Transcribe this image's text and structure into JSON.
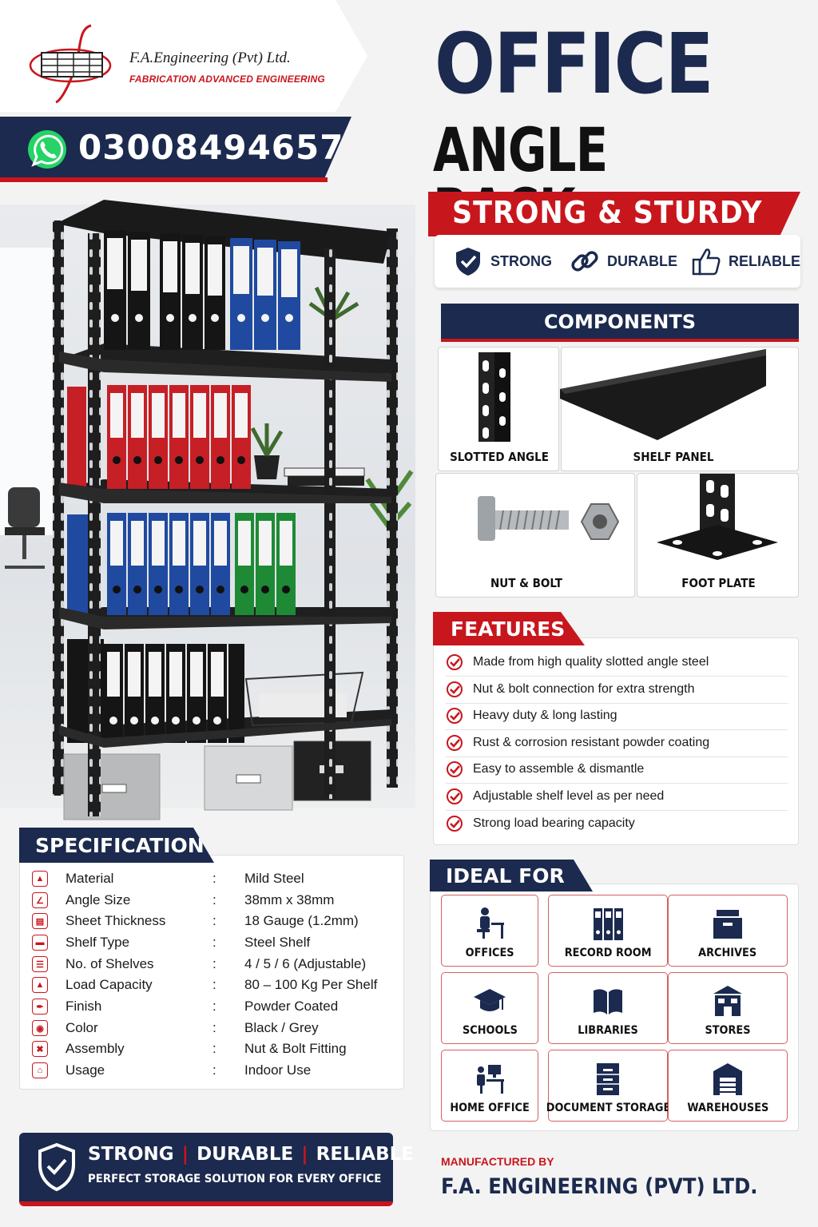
{
  "header": {
    "company_name": "F.A.Engineering (Pvt) Ltd.",
    "company_tagline": "FABRICATION ADVANCED ENGINEERING",
    "phone": "03008494657"
  },
  "title": {
    "line1": "OFFICE",
    "line2": "ANGLE RACK",
    "subtitle": "STRONG & STURDY"
  },
  "badges": [
    {
      "label": "STRONG",
      "icon": "shield-check-icon"
    },
    {
      "label": "DURABLE",
      "icon": "chain-link-icon"
    },
    {
      "label": "RELIABLE",
      "icon": "thumbs-up-icon"
    }
  ],
  "components": {
    "heading": "COMPONENTS",
    "items": [
      {
        "label": "SLOTTED ANGLE"
      },
      {
        "label": "SHELF PANEL"
      },
      {
        "label": "NUT & BOLT"
      },
      {
        "label": "FOOT PLATE"
      }
    ]
  },
  "features": {
    "heading": "FEATURES",
    "items": [
      "Made from high quality slotted angle steel",
      "Nut & bolt connection for extra strength",
      "Heavy duty & long lasting",
      "Rust & corrosion resistant powder coating",
      "Easy to assemble & dismantle",
      "Adjustable shelf level as per need",
      "Strong load bearing capacity"
    ]
  },
  "specification": {
    "heading": "SPECIFICATION",
    "rows": [
      {
        "key": "Material",
        "value": "Mild Steel"
      },
      {
        "key": "Angle Size",
        "value": "38mm x 38mm"
      },
      {
        "key": "Sheet Thickness",
        "value": "18 Gauge (1.2mm)"
      },
      {
        "key": "Shelf Type",
        "value": "Steel Shelf"
      },
      {
        "key": "No. of Shelves",
        "value": "4 / 5 / 6 (Adjustable)"
      },
      {
        "key": "Load Capacity",
        "value": "80 – 100 Kg Per Shelf"
      },
      {
        "key": "Finish",
        "value": "Powder Coated"
      },
      {
        "key": "Color",
        "value": "Black / Grey"
      },
      {
        "key": "Assembly",
        "value": "Nut & Bolt Fitting"
      },
      {
        "key": "Usage",
        "value": "Indoor Use"
      }
    ],
    "separator": ":"
  },
  "ideal_for": {
    "heading": "IDEAL FOR",
    "items": [
      {
        "label": "OFFICES",
        "icon": "office-desk-icon"
      },
      {
        "label": "RECORD ROOM",
        "icon": "binders-icon"
      },
      {
        "label": "ARCHIVES",
        "icon": "archive-box-icon"
      },
      {
        "label": "SCHOOLS",
        "icon": "graduation-cap-icon"
      },
      {
        "label": "LIBRARIES",
        "icon": "open-book-icon"
      },
      {
        "label": "STORES",
        "icon": "store-icon"
      },
      {
        "label": "HOME OFFICE",
        "icon": "home-office-icon"
      },
      {
        "label": "DOCUMENT STORAGE",
        "icon": "filing-cabinet-icon"
      },
      {
        "label": "WAREHOUSES",
        "icon": "warehouse-icon"
      }
    ]
  },
  "footer": {
    "word1": "STRONG",
    "word2": "DURABLE",
    "word3": "RELIABLE",
    "divider": "|",
    "tagline": "PERFECT STORAGE SOLUTION FOR EVERY OFFICE",
    "manufactured_label": "MANUFACTURED BY",
    "manufacturer": "F.A. ENGINEERING (PVT) LTD."
  },
  "colors": {
    "navy": "#1b2a4e",
    "red": "#c8161d",
    "black": "#111111"
  }
}
